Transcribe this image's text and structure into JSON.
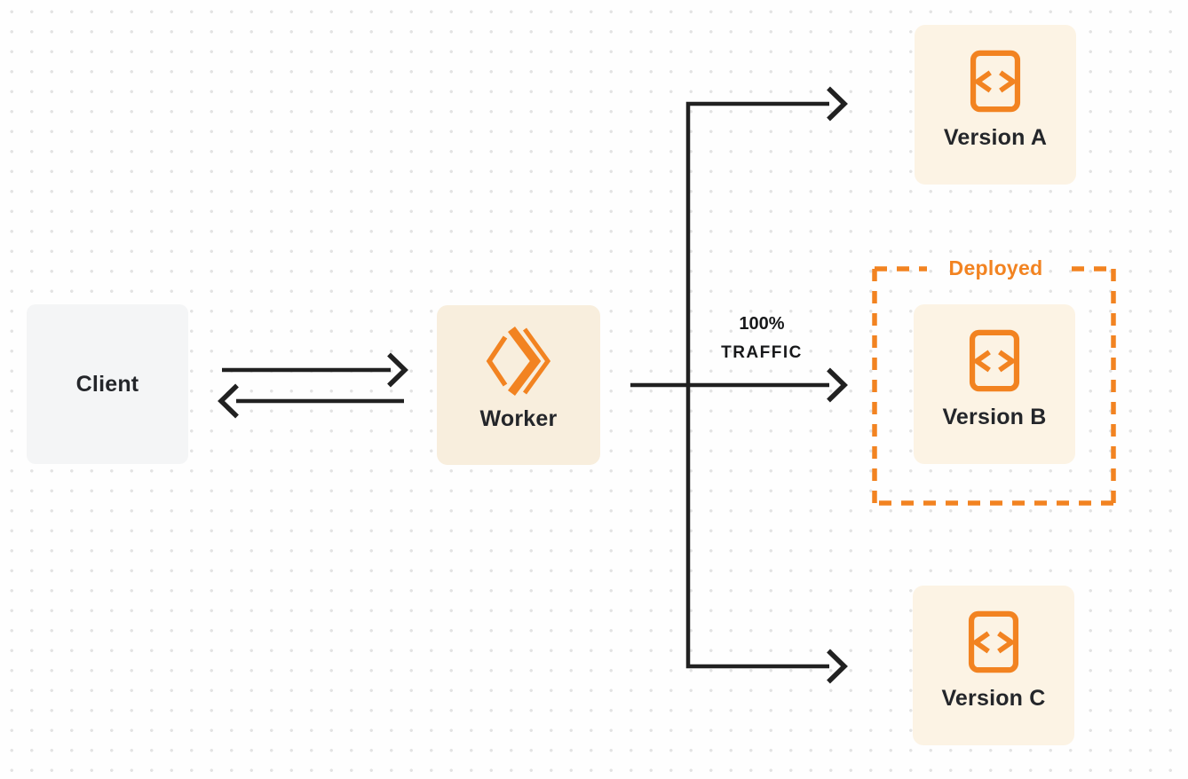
{
  "diagram": {
    "type": "worker-version-routing",
    "nodes": {
      "client": {
        "label": "Client",
        "icon": null
      },
      "worker": {
        "label": "Worker",
        "icon": "workers-logo-icon"
      },
      "version_a": {
        "label": "Version A",
        "icon": "code-file-icon"
      },
      "version_b": {
        "label": "Version B",
        "icon": "code-file-icon"
      },
      "version_c": {
        "label": "Version C",
        "icon": "code-file-icon"
      }
    },
    "annotations": {
      "deployed_label": "Deployed",
      "traffic_line1": "100%",
      "traffic_line2": "TRAFFIC"
    },
    "edges": [
      {
        "from": "client",
        "to": "worker",
        "style": "arrow-right"
      },
      {
        "from": "worker",
        "to": "client",
        "style": "arrow-left"
      },
      {
        "from": "worker",
        "to": "version_a",
        "style": "branch-arrow"
      },
      {
        "from": "worker",
        "to": "version_b",
        "style": "straight-arrow",
        "label": "100% TRAFFIC"
      },
      {
        "from": "worker",
        "to": "version_c",
        "style": "branch-arrow"
      }
    ],
    "deployed_boundary_encloses": "version_b"
  },
  "colors": {
    "orange": "#f28321",
    "arrow": "#212121",
    "text": "#24262a",
    "version_box_bg": "#fcf3e4",
    "worker_box_bg": "#f8eedd",
    "client_box_bg": "#f4f5f6",
    "background": "#fefefe",
    "dot_grid": "#e3e3e3"
  }
}
